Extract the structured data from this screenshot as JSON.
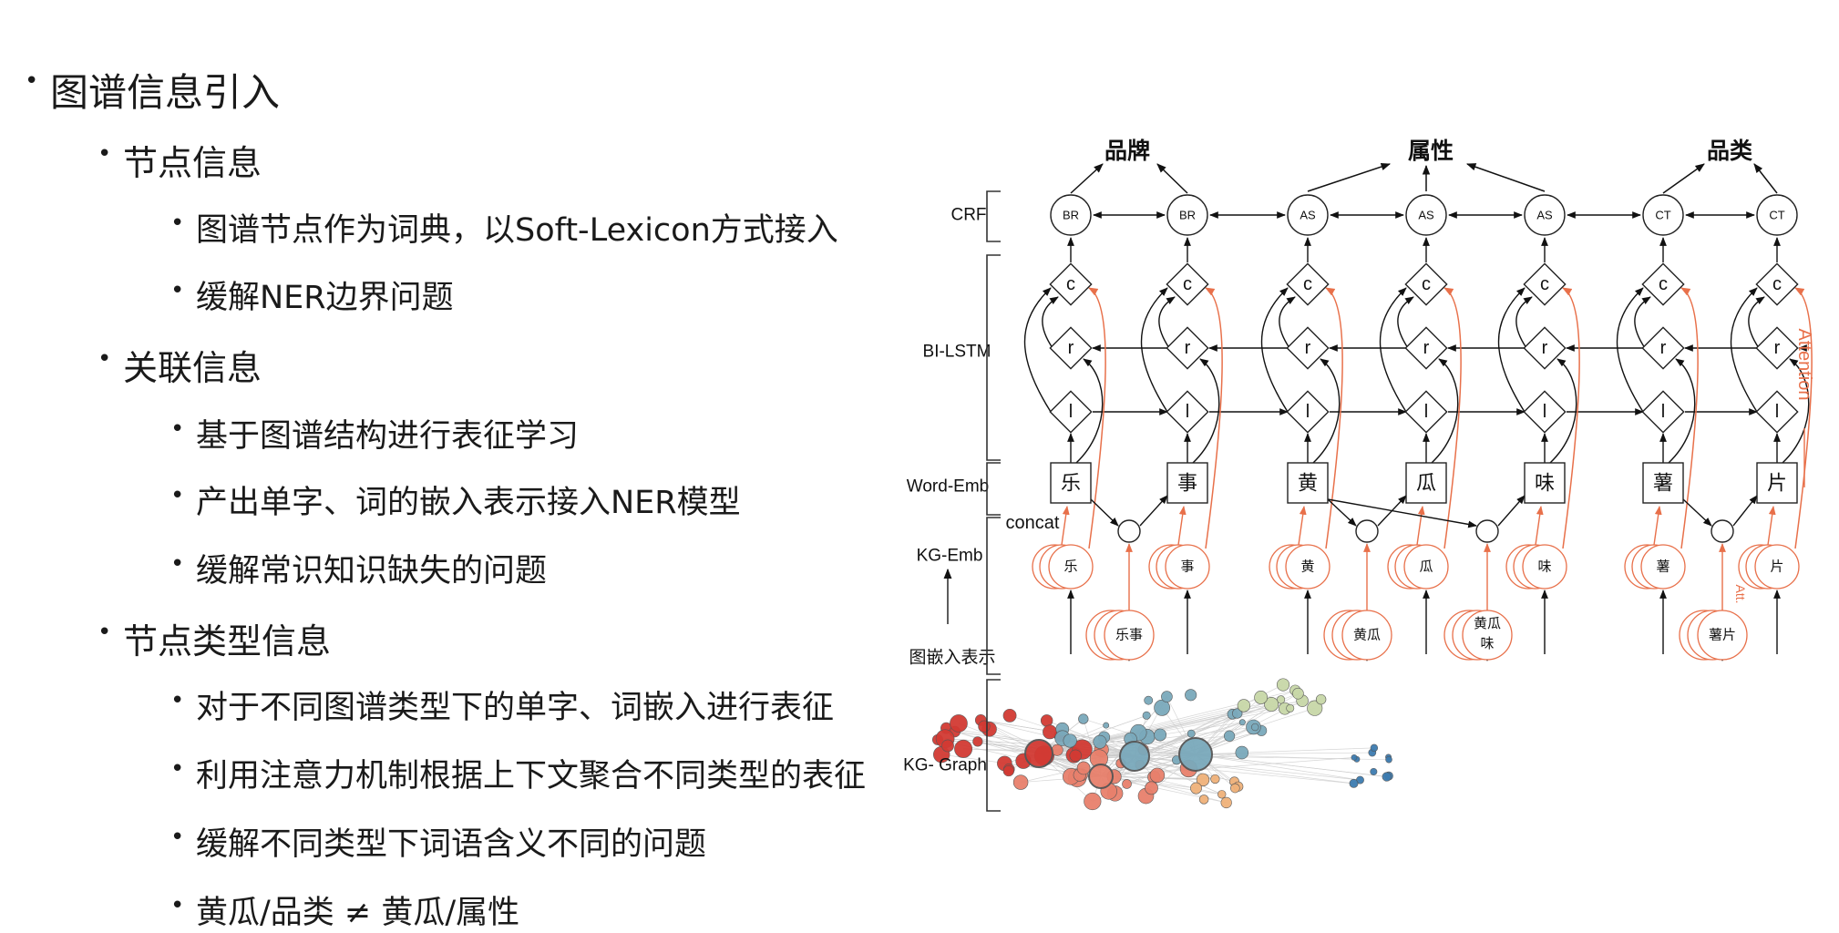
{
  "bullets": [
    {
      "level": 1,
      "text": "图谱信息引入"
    },
    {
      "level": 2,
      "text": "节点信息"
    },
    {
      "level": 3,
      "text": "图谱节点作为词典，以Soft-Lexicon方式接入"
    },
    {
      "level": 3,
      "text": "缓解NER边界问题"
    },
    {
      "level": 2,
      "text": "关联信息"
    },
    {
      "level": 3,
      "text": "基于图谱结构进行表征学习"
    },
    {
      "level": 3,
      "text": "产出单字、词的嵌入表示接入NER模型"
    },
    {
      "level": 3,
      "text": "缓解常识知识缺失的问题"
    },
    {
      "level": 2,
      "text": "节点类型信息"
    },
    {
      "level": 3,
      "text": "对于不同图谱类型下的单字、词嵌入进行表征"
    },
    {
      "level": 3,
      "text": "利用注意力机制根据上下文聚合不同类型的表征"
    },
    {
      "level": 3,
      "text": "缓解不同类型下词语含义不同的问题"
    },
    {
      "level": 3,
      "text": "黄瓜/品类 ≠ 黄瓜/属性"
    }
  ],
  "bullet_glyph": "•",
  "diagram": {
    "layer_labels": {
      "crf": "CRF",
      "bilstm": "BI-LSTM",
      "word_emb": "Word-Emb",
      "kg_emb": "KG-Emb",
      "graph_embed": "图嵌入表示",
      "kg_graph": "KG- Graph"
    },
    "concat_label": "concat",
    "top_labels": [
      "品牌",
      "属性",
      "品类"
    ],
    "crf_tags": [
      "BR",
      "BR",
      "AS",
      "AS",
      "AS",
      "CT",
      "CT"
    ],
    "cell_c": "c",
    "cell_r": "r",
    "cell_l": "l",
    "chars": [
      "乐",
      "事",
      "黄",
      "瓜",
      "味",
      "薯",
      "片"
    ],
    "kg_chars": [
      "乐",
      "事",
      "黄",
      "瓜",
      "味",
      "薯",
      "片"
    ],
    "kg_words": [
      "乐事",
      "黄瓜",
      "黄瓜\n味",
      "薯片"
    ],
    "attention_label": "Attention",
    "att_label": "Att.",
    "colors": {
      "arrow": "#111111",
      "attention": "#e8704a",
      "red": "#d23a33",
      "salmon": "#e8806c",
      "teal": "#7aa9bb",
      "lightgreen": "#c8d8a8",
      "orange": "#f0b27a",
      "blue": "#3d7cb0",
      "edge": "#cccccc"
    }
  }
}
